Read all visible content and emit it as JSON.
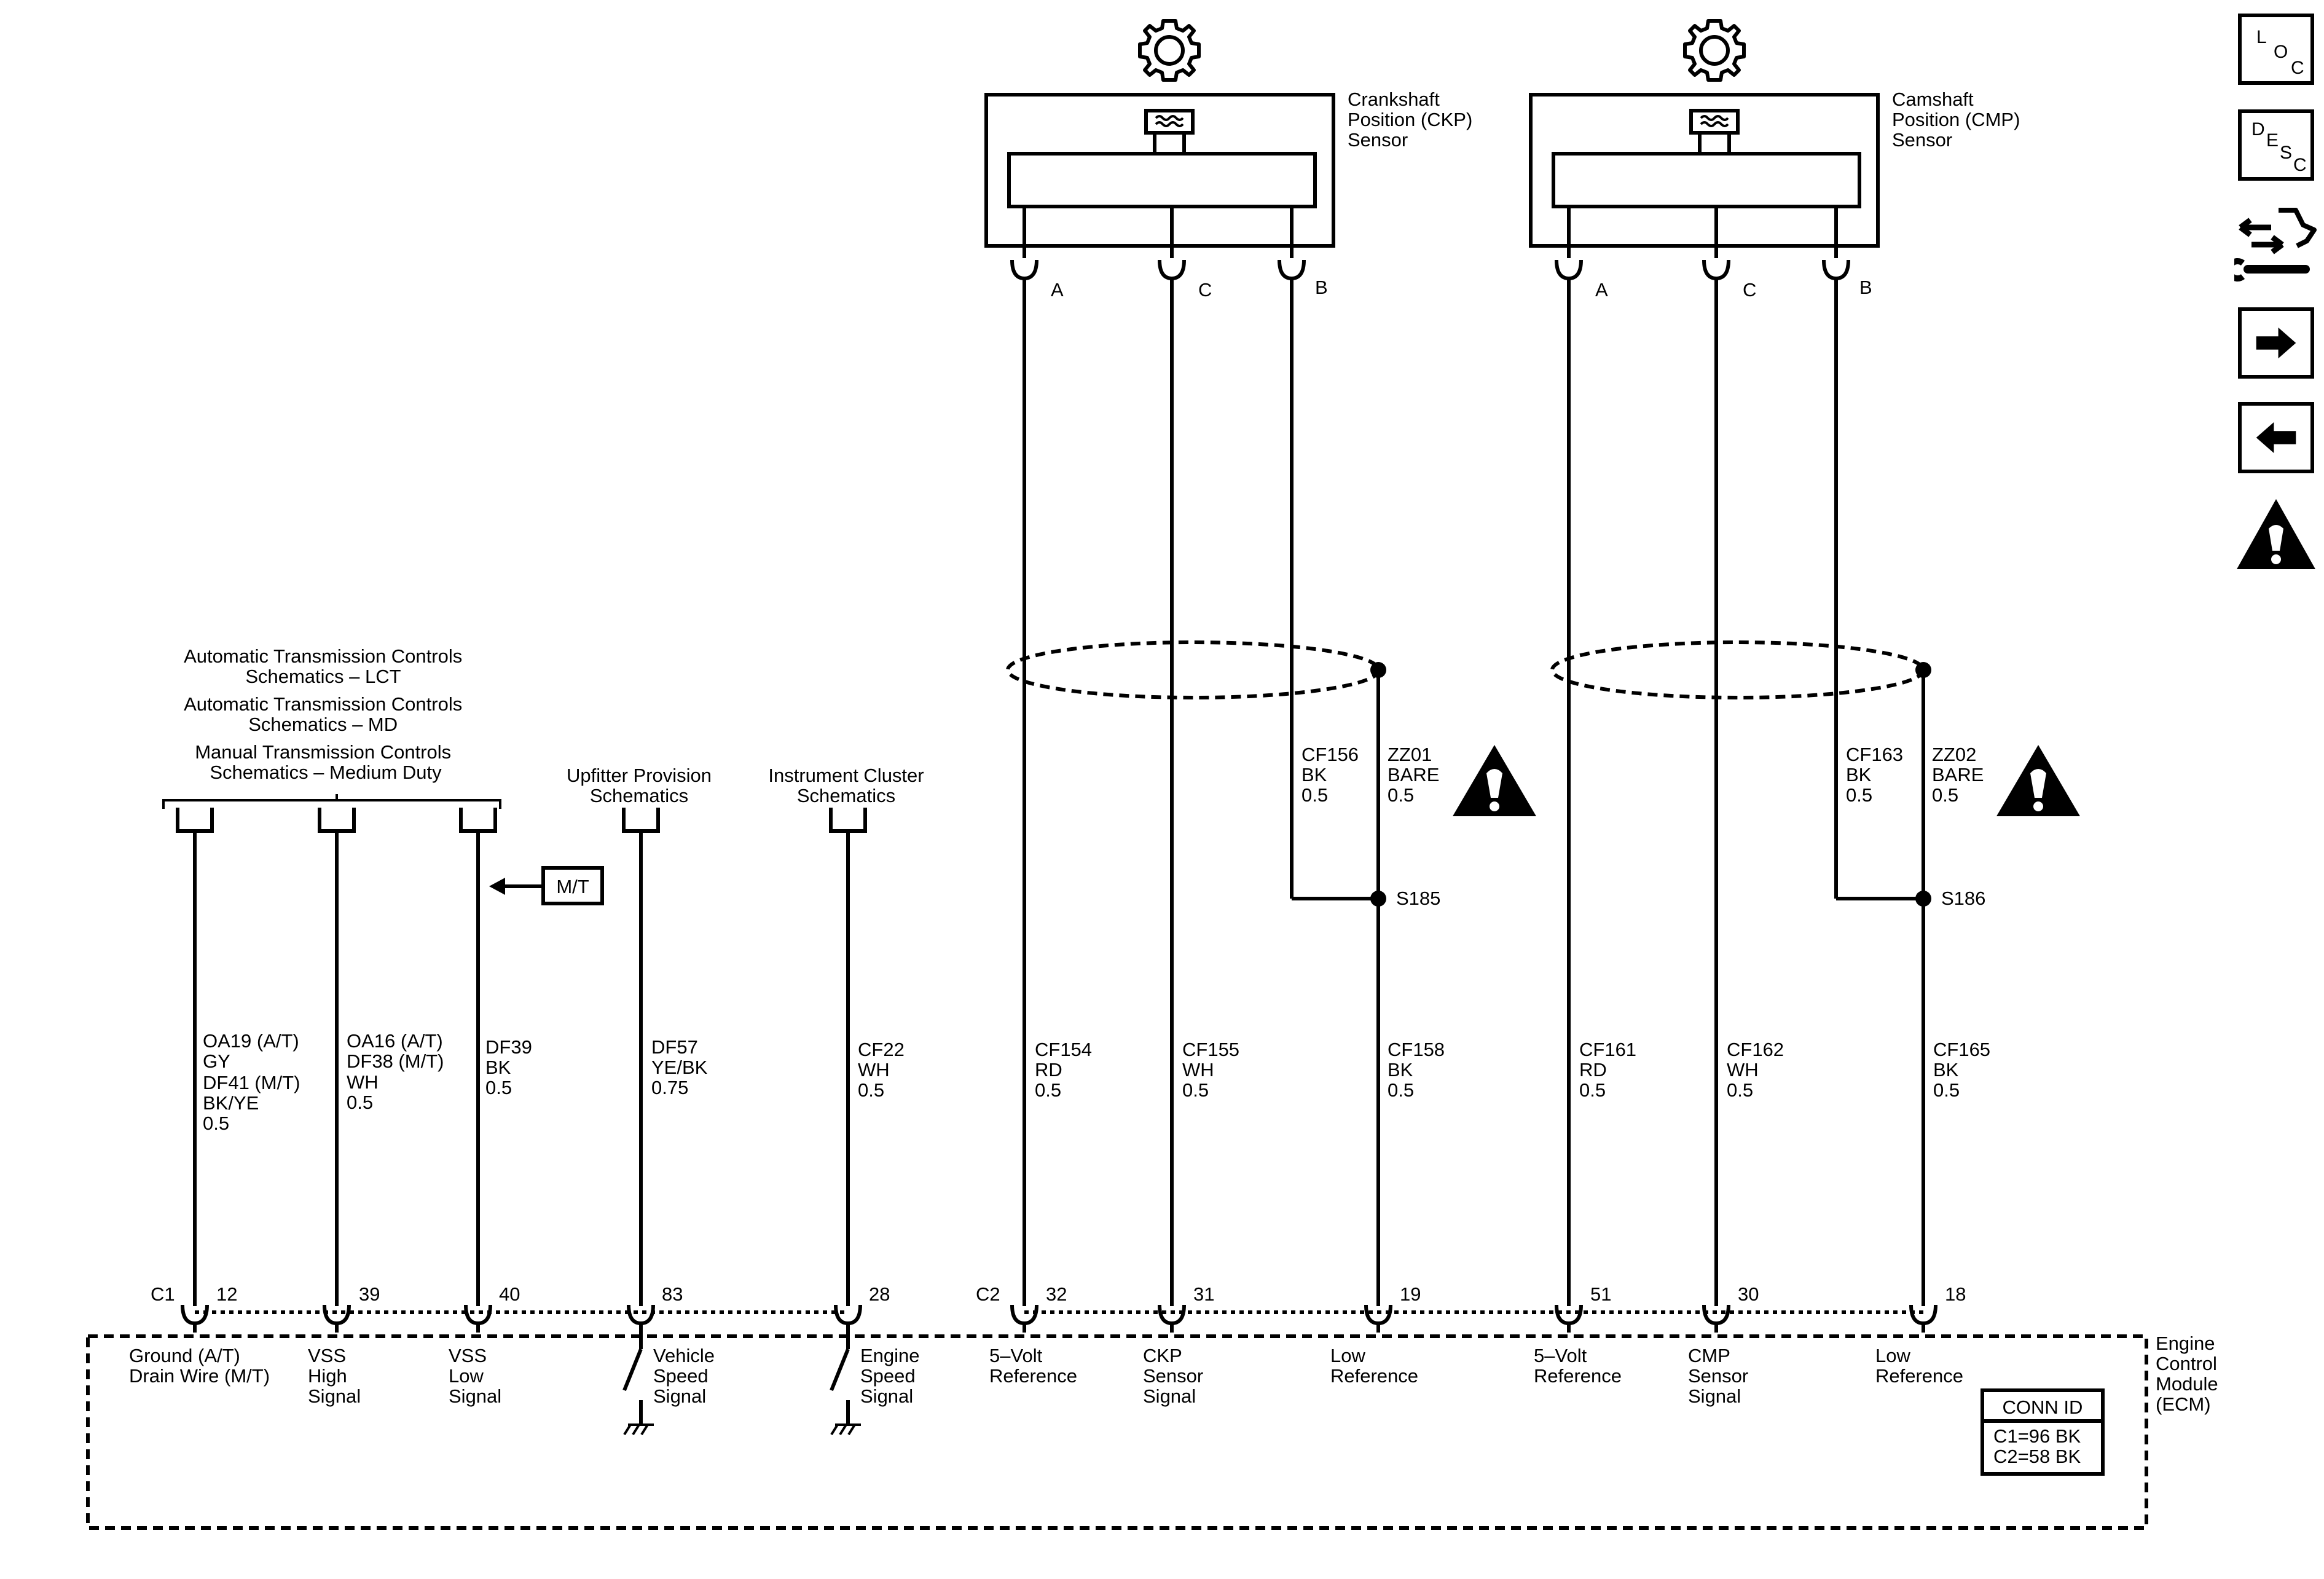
{
  "nav": {
    "loc": [
      "L",
      "O",
      "C"
    ],
    "desc": [
      "D",
      "E",
      "S",
      "C"
    ]
  },
  "upper": {
    "refs": {
      "at_lct": [
        "Automatic Transmission Controls",
        "Schematics – LCT"
      ],
      "at_md": [
        "Automatic Transmission Controls",
        "Schematics – MD"
      ],
      "mt_md": [
        "Manual Transmission Controls",
        "Schematics – Medium Duty"
      ],
      "upfitter": [
        "Upfitter Provision",
        "Schematics"
      ],
      "cluster": [
        "Instrument Cluster",
        "Schematics"
      ]
    },
    "mt_tag": "M/T",
    "ckp": {
      "name": [
        "Crankshaft",
        "Position (CKP)",
        "Sensor"
      ],
      "pins": [
        "A",
        "C",
        "B"
      ]
    },
    "cmp": {
      "name": [
        "Camshaft",
        "Position (CMP)",
        "Sensor"
      ],
      "pins": [
        "A",
        "C",
        "B"
      ]
    },
    "drains": [
      {
        "wire": [
          "CF156",
          "BK",
          "0.5"
        ],
        "drain": [
          "ZZ01",
          "BARE",
          "0.5"
        ],
        "splice": "S185"
      },
      {
        "wire": [
          "CF163",
          "BK",
          "0.5"
        ],
        "drain": [
          "ZZ02",
          "BARE",
          "0.5"
        ],
        "splice": "S186"
      }
    ]
  },
  "wires": [
    [
      "OA19 (A/T)",
      "GY",
      "DF41 (M/T)",
      "BK/YE",
      "0.5"
    ],
    [
      "OA16 (A/T)",
      "DF38 (M/T)",
      "WH",
      "0.5"
    ],
    [
      "DF39",
      "BK",
      "0.5"
    ],
    [
      "DF57",
      "YE/BK",
      "0.75"
    ],
    [
      "CF22",
      "WH",
      "0.5"
    ],
    [
      "CF154",
      "RD",
      "0.5"
    ],
    [
      "CF155",
      "WH",
      "0.5"
    ],
    [
      "CF158",
      "BK",
      "0.5"
    ],
    [
      "CF161",
      "RD",
      "0.5"
    ],
    [
      "CF162",
      "WH",
      "0.5"
    ],
    [
      "CF165",
      "BK",
      "0.5"
    ]
  ],
  "ecm": {
    "connectors": [
      "C1",
      "C2"
    ],
    "pins": [
      "12",
      "39",
      "40",
      "83",
      "28",
      "32",
      "31",
      "19",
      "51",
      "30",
      "18"
    ],
    "signals": [
      [
        "Ground (A/T)",
        "Drain Wire (M/T)"
      ],
      [
        "VSS",
        "High",
        "Signal"
      ],
      [
        "VSS",
        "Low",
        "Signal"
      ],
      [
        "Vehicle",
        "Speed",
        "Signal"
      ],
      [
        "Engine",
        "Speed",
        "Signal"
      ],
      [
        "5–Volt",
        "Reference"
      ],
      [
        "CKP",
        "Sensor",
        "Signal"
      ],
      [
        "Low",
        "Reference"
      ],
      [
        "5–Volt",
        "Reference"
      ],
      [
        "CMP",
        "Sensor",
        "Signal"
      ],
      [
        "Low",
        "Reference"
      ]
    ],
    "name": [
      "Engine",
      "Control",
      "Module",
      "(ECM)"
    ],
    "conn_id": {
      "title": "CONN ID",
      "values": [
        "C1=96 BK",
        "C2=58 BK"
      ]
    }
  }
}
